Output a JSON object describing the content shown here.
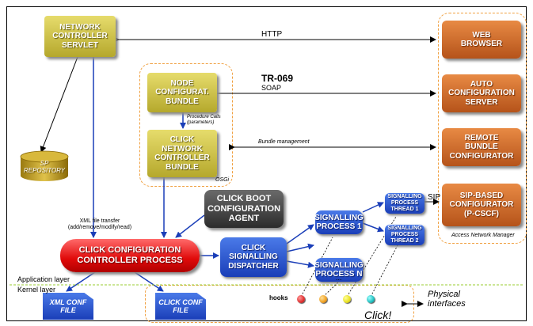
{
  "nodes": {
    "network_controller_servlet": "NETWORK\nCONTROLLER\nSERVLET",
    "web_browser": "WEB\nBROWSER",
    "auto_config_server": "AUTO\nCONFIGURATION\nSERVER",
    "remote_bundle_configurator": "REMOTE\nBUNDLE\nCONFIGURATOR",
    "sip_based_configurator": "SIP-BASED\nCONFIGURATOR\n(P-CSCF)",
    "node_configurat_bundle": "NODE\nCONFIGURAT.\nBUNDLE",
    "click_network_controller_bundle": "CLICK\nNETWORK\nCONTROLLER\nBUNDLE",
    "sp_repository": "SP\nREPOSITORY",
    "click_boot_config_agent": "CLICK BOOT\nCONFIGURATION\nAGENT",
    "click_config_controller_process": "CLICK CONFIGURATION\nCONTROLLER PROCESS",
    "click_signalling_dispatcher": "CLICK\nSIGNALLING\nDISPATCHER",
    "signalling_process_1": "SIGNALLING\nPROCESS 1",
    "signalling_process_n": "SIGNALLING\nPROCESS N",
    "signalling_thread_1": "SIGNALLING\nPROCESS\nTHREAD 1",
    "signalling_thread_2": "SIGNALLING\nPROCESS\nTHREAD 2",
    "xml_conf_file": "XML CONF\nFILE",
    "click_conf_file": "CLICK CONF\nFILE"
  },
  "labels": {
    "http": "HTTP",
    "tr069": "TR-069",
    "soap": "SOAP",
    "procedure_calls": "Procedure Calls\n(parameters)",
    "bundle_management": "Bundle management",
    "osgi": "OSGi",
    "sip": "SIP",
    "access_network_manager": "Access Network Manager",
    "xml_file_transfer": "XML file transfer\n(add/remove/modify/read)",
    "application_layer": "Application layer",
    "kernel_layer": "Kernel layer",
    "hooks": "hooks",
    "physical_interfaces": "Physical\ninterfaces",
    "click": "Click!",
    "dots": "..."
  },
  "colors": {
    "olive": "#c8bc3c",
    "orange": "#d0692c",
    "blue": "#2a54d8",
    "red": "#e00a0a",
    "frame_dashed": "#f0a040",
    "layer_line": "#9acd32",
    "hook_red": "#e03030",
    "hook_orange": "#f0a020",
    "hook_yellow": "#e8e020",
    "hook_cyan": "#20c0c0"
  }
}
